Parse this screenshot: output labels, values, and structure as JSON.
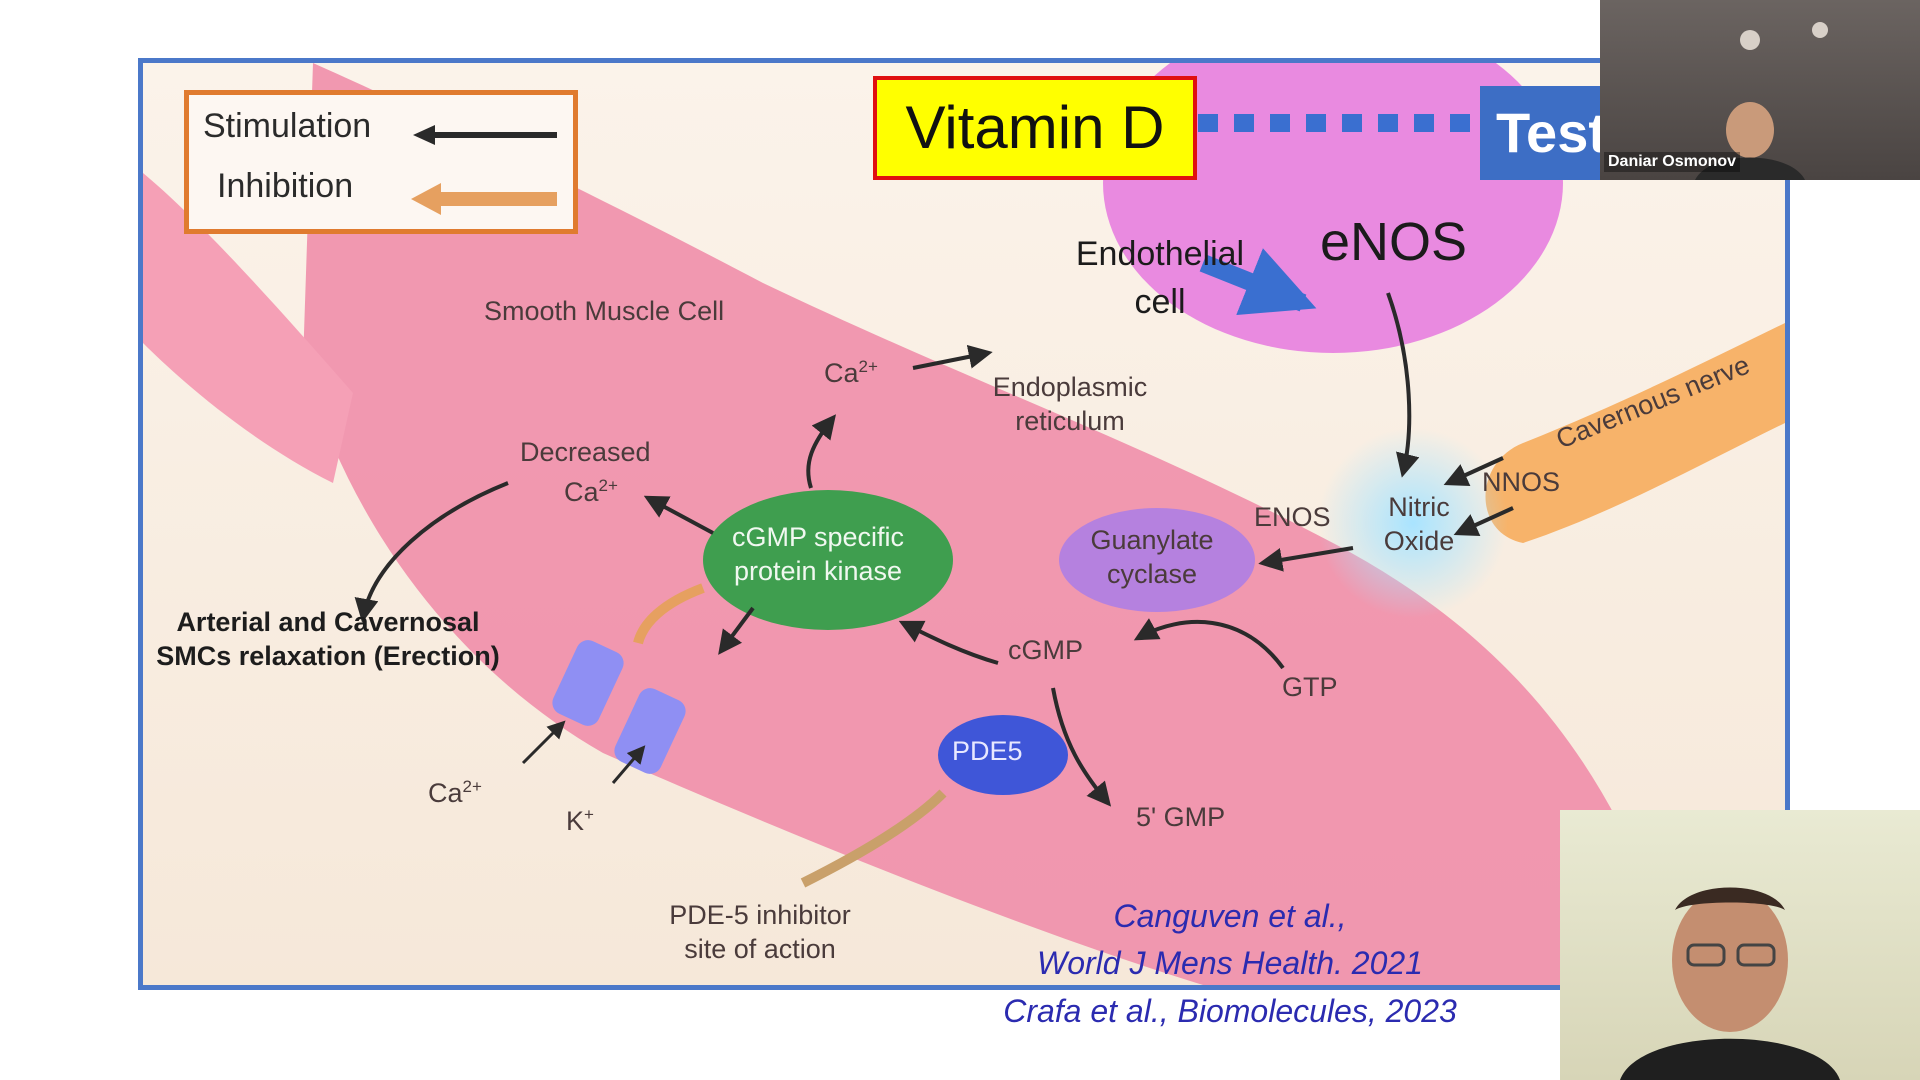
{
  "slide": {
    "legend": {
      "stimulation": "Stimulation",
      "inhibition": "Inhibition"
    },
    "vitamin_d": "Vitamin D",
    "testosterone_partial": "Test",
    "endothelial_cell": "Endothelial cell",
    "enos_top": "eNOS",
    "labels": {
      "smooth_muscle_cell": "Smooth Muscle Cell",
      "ca_er": "Ca",
      "endoplasmic_reticulum": "Endoplasmic reticulum",
      "decreased": "Decreased",
      "ca_decreased": "Ca",
      "cgmp_kinase": "cGMP specific protein kinase",
      "guanylate_cyclase": "Guanylate cyclase",
      "enos_mid": "ENOS",
      "nitric_oxide": "Nitric Oxide",
      "nnos": "NNOS",
      "cavernous_nerve": "Cavernous nerve",
      "relaxation": "Arterial and Cavernosal SMCs relaxation (Erection)",
      "cgmp": "cGMP",
      "gtp": "GTP",
      "pde5": "PDE5",
      "gmp5": "5' GMP",
      "ca_channel": "Ca",
      "k_channel": "K",
      "pde5_inhibitor": "PDE-5 inhibitor site of action",
      "superscript_2plus": "2+",
      "superscript_plus": "+"
    },
    "citations": [
      "Canguven et al.,",
      "World J Mens Health. 2021",
      "Crafa et al., Biomolecules, 2023"
    ]
  },
  "participants": {
    "top_name": "Daniar Osmonov"
  },
  "colors": {
    "frame": "#4b78c9",
    "legend_border": "#e07b2f",
    "vitd_fill": "#ffff00",
    "vitd_border": "#e01010",
    "test_fill": "#3d6ec5",
    "citation": "#2b2bb0"
  }
}
